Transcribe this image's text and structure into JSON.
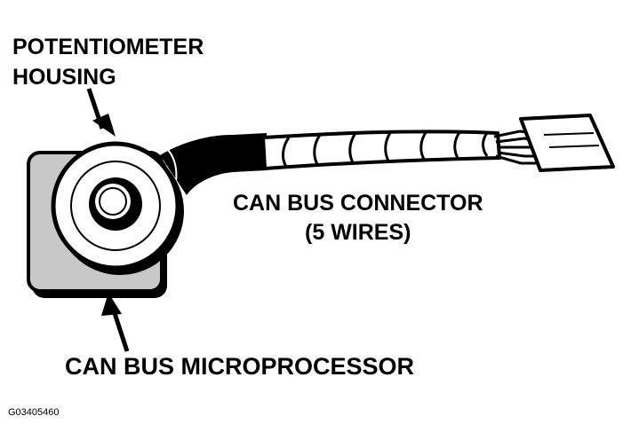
{
  "labels": {
    "potentiometer_housing": [
      "POTENTIOMETER",
      "HOUSING"
    ],
    "can_bus_connector": [
      "CAN BUS CONNECTOR",
      "(5 WIRES)"
    ],
    "can_bus_microprocessor": "CAN BUS MICROPROCESSOR",
    "figure_code": "G03405460"
  },
  "colors": {
    "line": "#000000",
    "housing_fill": "#c8c8c8",
    "background": "#ffffff"
  }
}
